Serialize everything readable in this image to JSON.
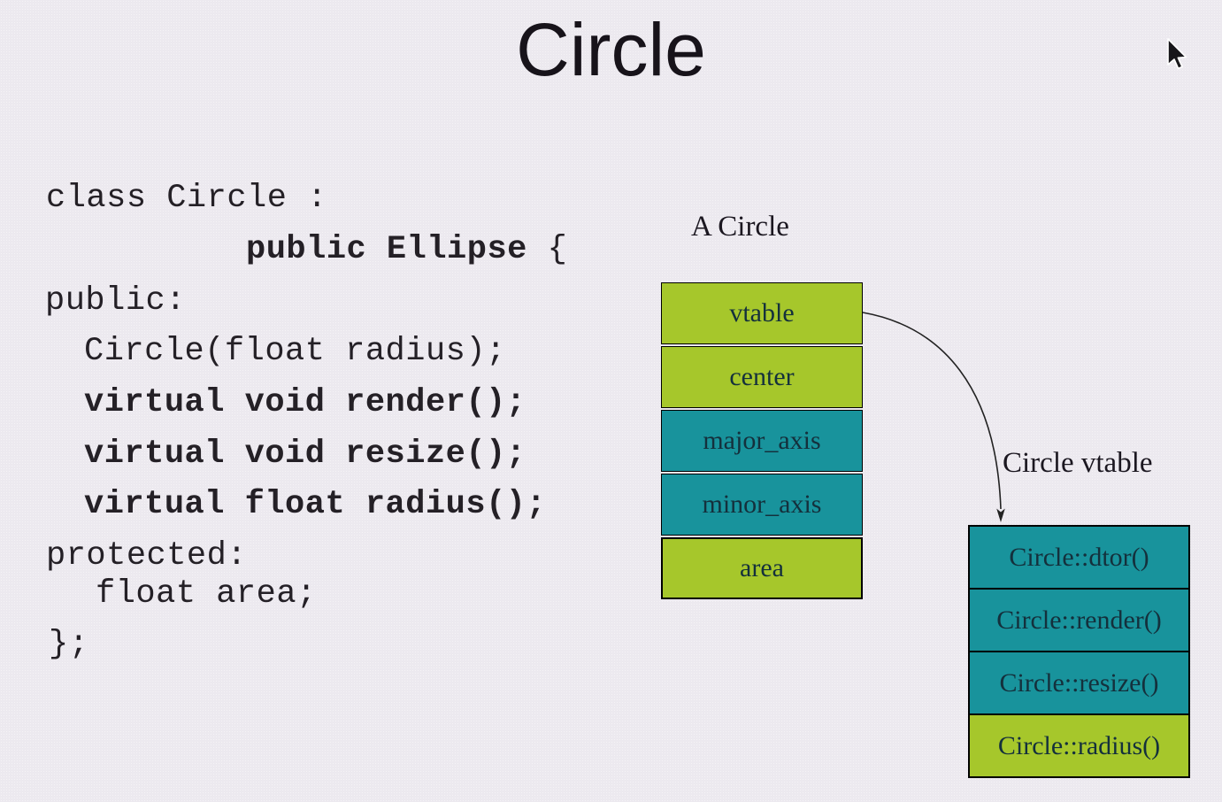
{
  "slide": {
    "title": "Circle"
  },
  "code": {
    "line1": "class Circle :",
    "line2_bold": "public Ellipse",
    "line2_tail": " {",
    "line3": "public:",
    "line4": "Circle(float radius);",
    "line5": "virtual void render();",
    "line6": "virtual void resize();",
    "line7": "virtual float radius();",
    "line8": "protected:",
    "line9": "float area;",
    "line10": "};"
  },
  "object_diagram": {
    "heading": "A Circle",
    "cells": [
      {
        "label": "vtable",
        "color_key": "green"
      },
      {
        "label": "center",
        "color_key": "green"
      },
      {
        "label": "major_axis",
        "color_key": "teal"
      },
      {
        "label": "minor_axis",
        "color_key": "teal"
      },
      {
        "label": "area",
        "color_key": "green"
      }
    ]
  },
  "vtable_diagram": {
    "heading": "Circle vtable",
    "cells": [
      {
        "label": "Circle::dtor()",
        "color_key": "teal"
      },
      {
        "label": "Circle::render()",
        "color_key": "teal"
      },
      {
        "label": "Circle::resize()",
        "color_key": "teal"
      },
      {
        "label": "Circle::radius()",
        "color_key": "green"
      }
    ]
  },
  "colors": {
    "green": "#a6c72b",
    "teal": "#18939c",
    "background": "#ece9ef",
    "cell_text": "#14303c",
    "code_text": "#242026",
    "arrow": "#222222"
  },
  "icons": {
    "cursor": "mouse-pointer-icon"
  }
}
